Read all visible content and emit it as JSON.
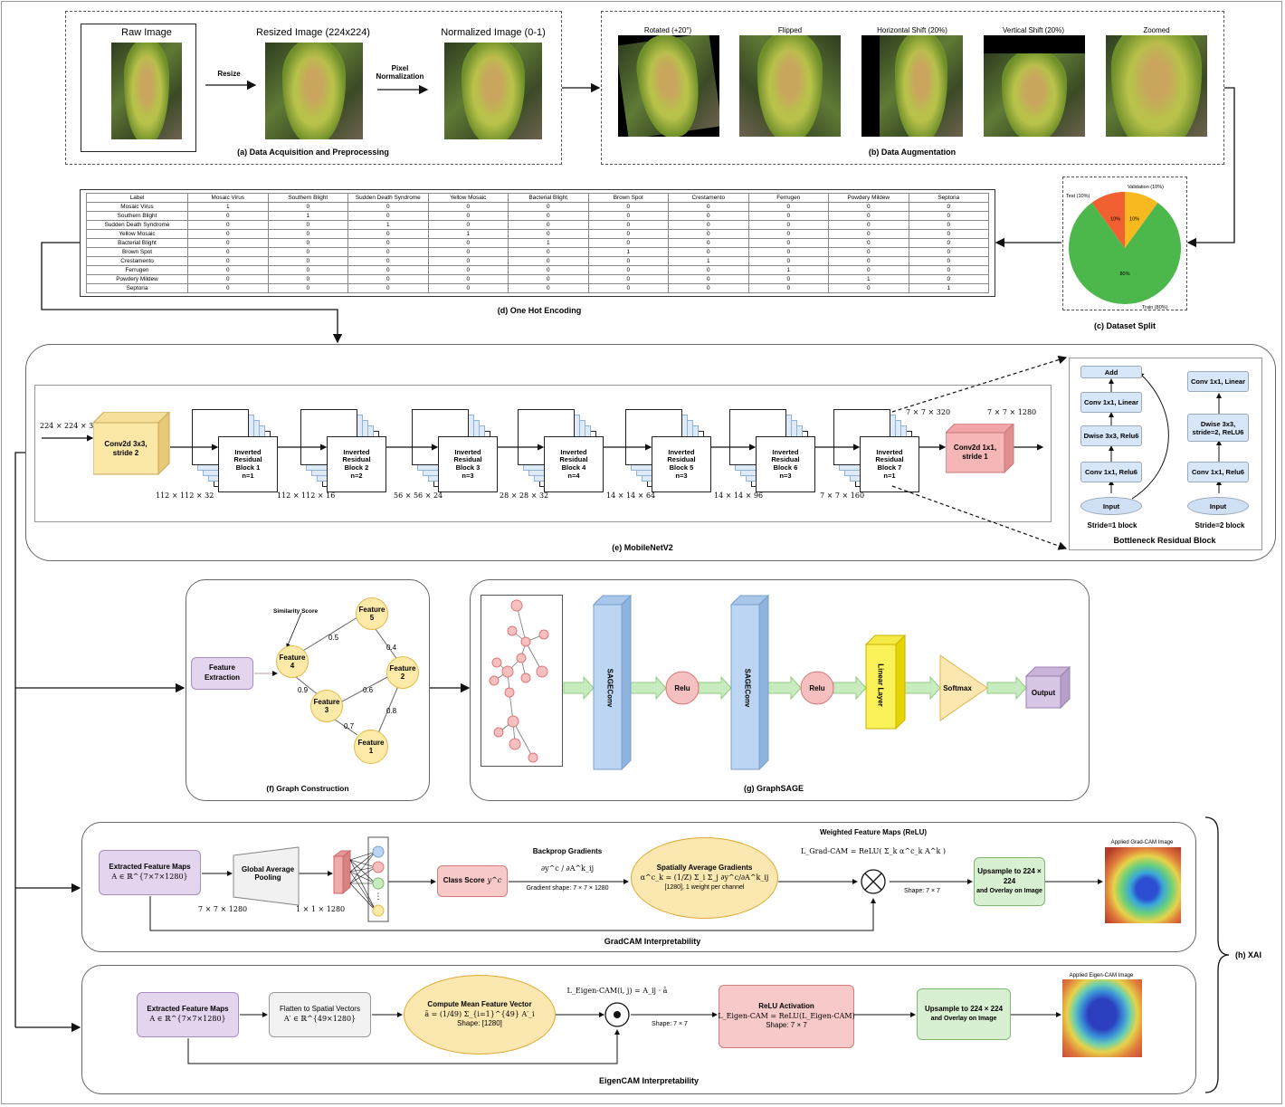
{
  "panel_a": {
    "caption": "(a) Data Acquisition and Preprocessing",
    "raw_title": "Raw Image",
    "resize_label": "Resize",
    "resized_title": "Resized Image (224x224)",
    "pixel_norm_label_1": "Pixel",
    "pixel_norm_label_2": "Normalization",
    "normalized_title": "Normalized Image (0-1)"
  },
  "panel_b": {
    "caption": "(b) Data Augmentation",
    "titles": [
      "Rotated (+20°)",
      "Flipped",
      "Horizontal Shift (20%)",
      "Vertical Shift (20%)",
      "Zoomed"
    ]
  },
  "panel_c": {
    "caption": "(c) Dataset Split",
    "validation_label": "Validation (10%)",
    "test_label": "Test (10%)",
    "train_label": "Train (80%)",
    "chart_data": {
      "type": "pie",
      "categories": [
        "Train",
        "Test",
        "Validation"
      ],
      "values": [
        80,
        10,
        10
      ],
      "slice_labels": [
        "80%",
        "10%",
        "10%"
      ],
      "colors": [
        "#4cb84c",
        "#f06030",
        "#f8b820"
      ]
    }
  },
  "panel_d": {
    "caption": "(d) One Hot Encoding",
    "header": [
      "Label",
      "Mosaic Virus",
      "Southern Blight",
      "Sudden Death Syndrome",
      "Yellow Mosaic",
      "Bacterial Blight",
      "Brown Spot",
      "Crestamento",
      "Ferrugen",
      "Powdery Mildew",
      "Septoria"
    ],
    "rows": [
      [
        "Mosaic Virus",
        "1",
        "0",
        "0",
        "0",
        "0",
        "0",
        "0",
        "0",
        "0",
        "0"
      ],
      [
        "Southern Blight",
        "0",
        "1",
        "0",
        "0",
        "0",
        "0",
        "0",
        "0",
        "0",
        "0"
      ],
      [
        "Sudden Death Syndrome",
        "0",
        "0",
        "1",
        "0",
        "0",
        "0",
        "0",
        "0",
        "0",
        "0"
      ],
      [
        "Yellow Mosaic",
        "0",
        "0",
        "0",
        "1",
        "0",
        "0",
        "0",
        "0",
        "0",
        "0"
      ],
      [
        "Bacterial Blight",
        "0",
        "0",
        "0",
        "0",
        "1",
        "0",
        "0",
        "0",
        "0",
        "0"
      ],
      [
        "Brown Spot",
        "0",
        "0",
        "0",
        "0",
        "0",
        "1",
        "0",
        "0",
        "0",
        "0"
      ],
      [
        "Crestamento",
        "0",
        "0",
        "0",
        "0",
        "0",
        "0",
        "1",
        "0",
        "0",
        "0"
      ],
      [
        "Ferrugen",
        "0",
        "0",
        "0",
        "0",
        "0",
        "0",
        "0",
        "1",
        "0",
        "0"
      ],
      [
        "Powdery Mildew",
        "0",
        "0",
        "0",
        "0",
        "0",
        "0",
        "0",
        "0",
        "1",
        "0"
      ],
      [
        "Septoria",
        "0",
        "0",
        "0",
        "0",
        "0",
        "0",
        "0",
        "0",
        "0",
        "1"
      ]
    ]
  },
  "panel_e": {
    "caption": "(e) MobileNetV2",
    "input_dim": "224 × 224 × 3",
    "conv_first": [
      "Conv2d 3x3,",
      "stride 2"
    ],
    "blocks": [
      {
        "l1": "Inverted",
        "l2": "Residual",
        "l3": "Block 1",
        "l4": "n=1",
        "dim": "112 × 112 × 32"
      },
      {
        "l1": "Inverted",
        "l2": "Residual",
        "l3": "Block 2",
        "l4": "n=2",
        "dim": "112 × 112 × 16"
      },
      {
        "l1": "Inverted",
        "l2": "Residual",
        "l3": "Block 3",
        "l4": "n=3",
        "dim": "56 × 56 × 24"
      },
      {
        "l1": "Inverted",
        "l2": "Residual",
        "l3": "Block 4",
        "l4": "n=4",
        "dim": "28 × 28 × 32"
      },
      {
        "l1": "Inverted",
        "l2": "Residual",
        "l3": "Block 5",
        "l4": "n=3",
        "dim": "14 × 14 × 64"
      },
      {
        "l1": "Inverted",
        "l2": "Residual",
        "l3": "Block 6",
        "l4": "n=3",
        "dim": "14 × 14 × 96"
      },
      {
        "l1": "Inverted",
        "l2": "Residual",
        "l3": "Block 7",
        "l4": "n=1",
        "dim": "7 × 7 × 160"
      }
    ],
    "dim_after_block7": "7 × 7 × 320",
    "dim_after_conv_last": "7 × 7 × 1280",
    "conv_last": [
      "Conv2d 1x1,",
      "stride 1"
    ],
    "bottleneck": {
      "title": "Bottleneck Residual Block",
      "s1_label": "Stride=1 block",
      "s2_label": "Stride=2 block",
      "s1": {
        "add": "Add",
        "linear": "Conv 1x1, Linear",
        "dwise": "Dwise 3x3, Relu6",
        "expand": "Conv 1x1, Relu6",
        "input": "Input"
      },
      "s2": {
        "linear": "Conv 1x1, Linear",
        "dwise": "Dwise 3x3, stride=2, ReLU6",
        "expand": "Conv 1x1, Relu6",
        "input": "Input"
      }
    }
  },
  "panel_f": {
    "caption": "(f) Graph Construction",
    "feature_extraction": "Feature Extraction",
    "similarity_label": "Similarity Score",
    "nodes": [
      {
        "line1": "Feature",
        "line2": "5"
      },
      {
        "line1": "Feature",
        "line2": "4"
      },
      {
        "line1": "Feature",
        "line2": "2"
      },
      {
        "line1": "Feature",
        "line2": "3"
      },
      {
        "line1": "Feature",
        "line2": "1"
      }
    ],
    "edges": [
      "0.5",
      "0.4",
      "0.9",
      "0.6",
      "0.8",
      "0.7"
    ]
  },
  "panel_g": {
    "caption": "(g) GraphSAGE",
    "sage1": "SAGEConv",
    "relu1": "Relu",
    "sage2": "SAGEConv",
    "relu2": "Relu",
    "linear": "Linear Layer",
    "softmax": "Softmax",
    "output": "Output"
  },
  "gradcam": {
    "caption": "GradCAM Interpretability",
    "extracted_title": "Extracted Feature Maps",
    "extracted_math": "A ∈ ℝ^{7×7×1280}",
    "gap": [
      "Global Average",
      "Pooling"
    ],
    "dim1": "7 × 7 × 1280",
    "dim2": "1 × 1 × 1280",
    "class_score": "Class Score",
    "class_score_math": "y^c",
    "backprop_title": "Backprop Gradients",
    "backprop_math": "∂y^c / ∂A^k_ij",
    "gradient_shape": "Gradient shape: 7 × 7 × 1280",
    "spatial_title": "Spatially Average Gradients",
    "spatial_math": "α^c_k = (1/Z) Σ_i Σ_j ∂y^c/∂A^k_ij",
    "spatial_note": "[1280], 1 weight per channel",
    "weighted_title": "Weighted Feature Maps (ReLU)",
    "weighted_math": "L_Grad-CAM = ReLU( Σ_k α^c_k A^k )",
    "shape_note": "Shape: 7 × 7",
    "upsample_1": "Upsample to 224 × 224",
    "upsample_2": "and Overlay on Image",
    "applied_label": "Applied Grad-CAM Image"
  },
  "eigencam": {
    "caption": "EigenCAM Interpretability",
    "extracted_title": "Extracted Feature Maps",
    "extracted_math": "A ∈ ℝ^{7×7×1280}",
    "flatten_title": "Flatten to Spatial Vectors",
    "flatten_math": "A′ ∈ ℝ^{49×1280}",
    "mean_title": "Compute Mean Feature Vector",
    "mean_math": "ā = (1/49) Σ_{i=1}^{49} A′_i",
    "mean_shape": "Shape: [1280]",
    "dot_math": "L_Eigen-CAM(i, j) = A_ij · ā",
    "shape_note": "Shape: 7 × 7",
    "relu_title": "ReLU Activation",
    "relu_math": "L_Eigen-CAM = ReLU(L_Eigen-CAM)",
    "relu_shape": "Shape: 7 × 7",
    "upsample_1": "Upsample to 224 × 224",
    "upsample_2": "and Overlay on Image",
    "applied_label": "Applied Eigen-CAM Image"
  },
  "xai_label": "(h) XAI",
  "colors": {
    "arrow": "#111111",
    "green_arrow": "#9fd68f",
    "block_blue": "#dfeaf8",
    "conv_yellow": "#fbe7a6",
    "conv_red": "#f4b6b6",
    "node_yellow": "#fde9a8"
  }
}
